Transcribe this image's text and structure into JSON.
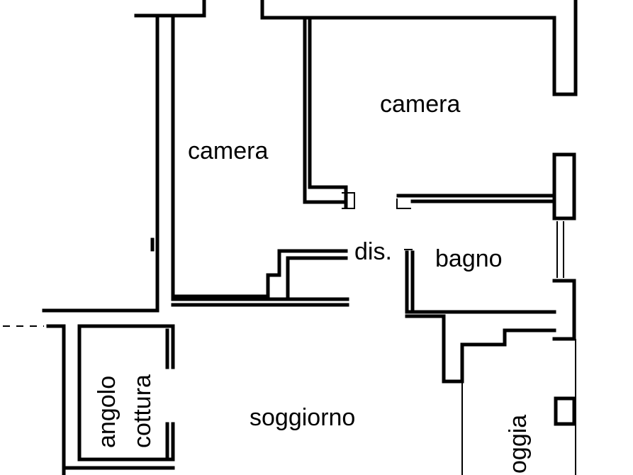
{
  "plan": {
    "rooms": [
      {
        "id": "camera-1",
        "label": "camera"
      },
      {
        "id": "camera-2",
        "label": "camera"
      },
      {
        "id": "disimpegno",
        "label": "dis."
      },
      {
        "id": "bagno",
        "label": "bagno"
      },
      {
        "id": "soggiorno",
        "label": "soggiorno"
      },
      {
        "id": "angolo-cottura-1",
        "label": "angolo"
      },
      {
        "id": "angolo-cottura-2",
        "label": "cottura"
      },
      {
        "id": "loggia",
        "label": "oggia"
      }
    ]
  }
}
